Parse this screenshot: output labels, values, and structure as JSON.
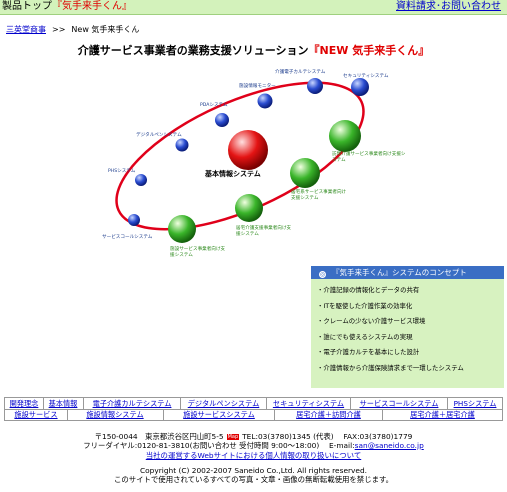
{
  "topbar": {
    "product_prefix": "製品トップ",
    "product_name": "『気手来手くん』",
    "request_link": "資料請求･お問い合わせ"
  },
  "breadcrumb": {
    "home": "三英堂商事",
    "separator": ">>",
    "current": "New 気手来手くん"
  },
  "headline": {
    "text": "介護サービス事業者の業務支援ソリューション",
    "product": "『NEW 気手来手くん』"
  },
  "diagram": {
    "core_label": "基本情報システム",
    "nodes": [
      "サービスコールシステム",
      "PHSシステム",
      "デジタルペンシステム",
      "PDAシステム",
      "施設情報モニター",
      "介護電子カルテシステム",
      "セキュリティシステム"
    ],
    "support_nodes": [
      "施設サービス事業者向け支援システム",
      "居宅介護支援事業者向け支援システム",
      "居宅系サービス事業者向け支援システム",
      "訪問介護サービス事業者向け支援システム"
    ],
    "colors": {
      "ring": "#e0001a",
      "blue_ball": "#2a4cd0",
      "green_ball": "#3ab52a",
      "red_ball": "#e41414"
    }
  },
  "concept": {
    "title": "『気手来手くん』システムのコンセプト",
    "items": [
      "・介護記録の情報化とデータの共有",
      "・ITを駆使した介護作業の効率化",
      "・クレームの少ない介護サービス環境",
      "・誰にでも使えるシステムの実現",
      "・電子介護カルテを基本にした設計",
      "・介護情報から介護保険請求まで一環したシステム"
    ]
  },
  "nav": {
    "row1": [
      "開発理念",
      "基本情報",
      "電子介護カルテシステム",
      "デジタルペンシステム",
      "セキュリティシステム",
      "サービスコールシステム",
      "PHSシステム"
    ],
    "row2": [
      "施設サービス",
      "施設情報システム",
      "施設サービスシステム",
      "居宅介護＋訪問介護",
      "居宅介護＋居宅介護"
    ]
  },
  "footer": {
    "address": "〒150-0044　東京都渋谷区円山町5-5",
    "map_badge": "Map",
    "tel": "TEL:03(3780)1345 (代表)　 FAX:03(3780)1779",
    "freedial": "フリーダイヤル:0120-81-3810(お問い合わせ 受付時間 9:00～18:00)　 E-mail:",
    "email": "san@saneido.co.jp",
    "privacy": "当社の運営するWebサイトにおける個人情報の取り扱いについて",
    "copyright": "Copyright (C) 2002-2007 Saneido Co.,Ltd. All rights reserved.",
    "notice": "このサイトで使用されているすべての写真・文章・画像の無断転載使用を禁じます。"
  }
}
